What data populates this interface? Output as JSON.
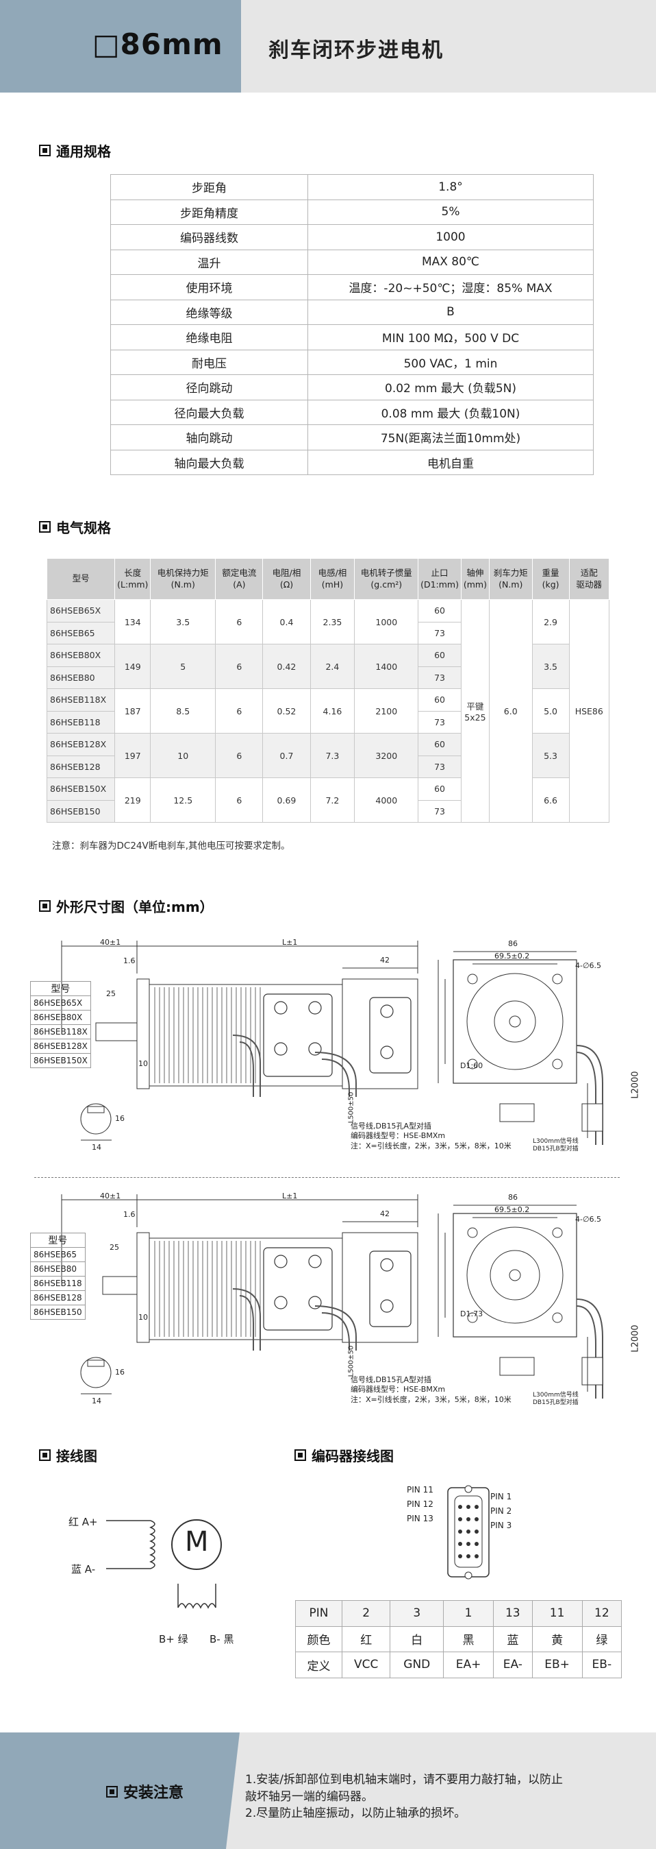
{
  "header": {
    "model": "□86mm",
    "title": "刹车闭环步进电机"
  },
  "general": {
    "title": "通用规格",
    "rows": [
      [
        "步距角",
        "1.8°"
      ],
      [
        "步距角精度",
        "5%"
      ],
      [
        "编码器线数",
        "1000"
      ],
      [
        "温升",
        "MAX 80℃"
      ],
      [
        "使用环境",
        "温度：-20~+50℃；湿度：85% MAX"
      ],
      [
        "绝缘等级",
        "B"
      ],
      [
        "绝缘电阻",
        "MIN 100 MΩ，500 V DC"
      ],
      [
        "耐电压",
        "500 VAC，1 min"
      ],
      [
        "径向跳动",
        "0.02 mm 最大 (负载5N)"
      ],
      [
        "径向最大负载",
        "0.08 mm 最大 (负载10N)"
      ],
      [
        "轴向跳动",
        "75N(距离法兰面10mm处)"
      ],
      [
        "轴向最大负载",
        "电机自重"
      ]
    ]
  },
  "electric": {
    "title": "电气规格",
    "headers": [
      "型号",
      "长度\n(L:mm)",
      "电机保持力矩\n(N.m)",
      "额定电流\n(A)",
      "电阻/相\n(Ω)",
      "电感/相\n(mH)",
      "电机转子惯量\n(g.cm²)",
      "止口\n(D1:mm)",
      "轴伸\n(mm)",
      "刹车力矩\n(N.m)",
      "重量\n(kg)",
      "适配\n驱动器"
    ],
    "groups": [
      {
        "models": [
          "86HSEB65X",
          "86HSEB65"
        ],
        "length": "134",
        "torque": "3.5",
        "current": "6",
        "resistance": "0.4",
        "inductance": "2.35",
        "inertia": "1000",
        "d1": [
          "60",
          "73"
        ],
        "weight": "2.9"
      },
      {
        "models": [
          "86HSEB80X",
          "86HSEB80"
        ],
        "length": "149",
        "torque": "5",
        "current": "6",
        "resistance": "0.42",
        "inductance": "2.4",
        "inertia": "1400",
        "d1": [
          "60",
          "73"
        ],
        "weight": "3.5"
      },
      {
        "models": [
          "86HSEB118X",
          "86HSEB118"
        ],
        "length": "187",
        "torque": "8.5",
        "current": "6",
        "resistance": "0.52",
        "inductance": "4.16",
        "inertia": "2100",
        "d1": [
          "60",
          "73"
        ],
        "weight": "5.0"
      },
      {
        "models": [
          "86HSEB128X",
          "86HSEB128"
        ],
        "length": "197",
        "torque": "10",
        "current": "6",
        "resistance": "0.7",
        "inductance": "7.3",
        "inertia": "3200",
        "d1": [
          "60",
          "73"
        ],
        "weight": "5.3"
      },
      {
        "models": [
          "86HSEB150X",
          "86HSEB150"
        ],
        "length": "219",
        "torque": "12.5",
        "current": "6",
        "resistance": "0.69",
        "inductance": "7.2",
        "inertia": "4000",
        "d1": [
          "60",
          "73"
        ],
        "weight": "6.6"
      }
    ],
    "shaft": "平键\n5x25",
    "brake": "6.0",
    "driver": "HSE86",
    "note": "注意：刹车器为DC24V断电刹车,其他电压可按要求定制。"
  },
  "drawing": {
    "title": "外形尺寸图（单位:mm）",
    "model_header": "型号",
    "models_a": [
      "86HSEB65X",
      "86HSEB80X",
      "86HSEB118X",
      "86HSEB128X",
      "86HSEB150X"
    ],
    "models_b": [
      "86HSEB65",
      "86HSEB80",
      "86HSEB118",
      "86HSEB128",
      "86HSEB150"
    ],
    "dims": {
      "d40": "40±1",
      "d16": "1.6",
      "dl": "L±1",
      "d42": "42",
      "d25": "25",
      "d10": "10",
      "d16b": "16",
      "d14": "14",
      "l500": "L500±50",
      "d86": "86",
      "d695": "69.5±0.2",
      "hole": "4-∅6.5",
      "d1a": "D1:60",
      "d1b": "D1:73",
      "l2000": "L2000"
    },
    "sig_a": [
      "信号线,DB15孔A型对插",
      "编码器线型号：HSE-BMXm",
      "注：X=引线长度，2米，3米，5米，8米，10米"
    ],
    "sig_b": [
      "信号线,DB15孔A型对插",
      "编码器线型号：HSE-BMXm",
      "注：X=引线长度，2米，3米，5米，8米，10米"
    ],
    "cable_a": [
      "L300mm信号线",
      "DB15孔B型对插"
    ],
    "cable_b": [
      "L300mm信号线",
      "DB15孔B型对插"
    ]
  },
  "wiring": {
    "title": "接线图",
    "labels": {
      "a_plus": "红  A+",
      "a_minus": "蓝  A-",
      "b_plus": "B+ 绿",
      "b_minus": "B- 黑",
      "motor": "M"
    }
  },
  "encoder": {
    "title": "编码器接线图",
    "pins_left": [
      "PIN 11",
      "PIN 12",
      "PIN 13"
    ],
    "pins_right": [
      "PIN 1",
      "PIN 2",
      "PIN 3"
    ],
    "table": [
      [
        "PIN",
        "2",
        "3",
        "1",
        "13",
        "11",
        "12"
      ],
      [
        "颜色",
        "红",
        "白",
        "黑",
        "蓝",
        "黄",
        "绿"
      ],
      [
        "定义",
        "VCC",
        "GND",
        "EA+",
        "EA-",
        "EB+",
        "EB-"
      ]
    ]
  },
  "footer": {
    "title": "安装注意",
    "notes": [
      "1.安装/拆卸部位到电机轴末端时，请不要用力敲打轴，以防止",
      "   敲坏轴另一端的编码器。",
      "2.尽量防止轴座振动，以防止轴承的损坏。"
    ]
  },
  "colors": {
    "accent": "#91a8b8",
    "header_bg": "#e6e6e6",
    "table_head": "#cfcfcf"
  }
}
